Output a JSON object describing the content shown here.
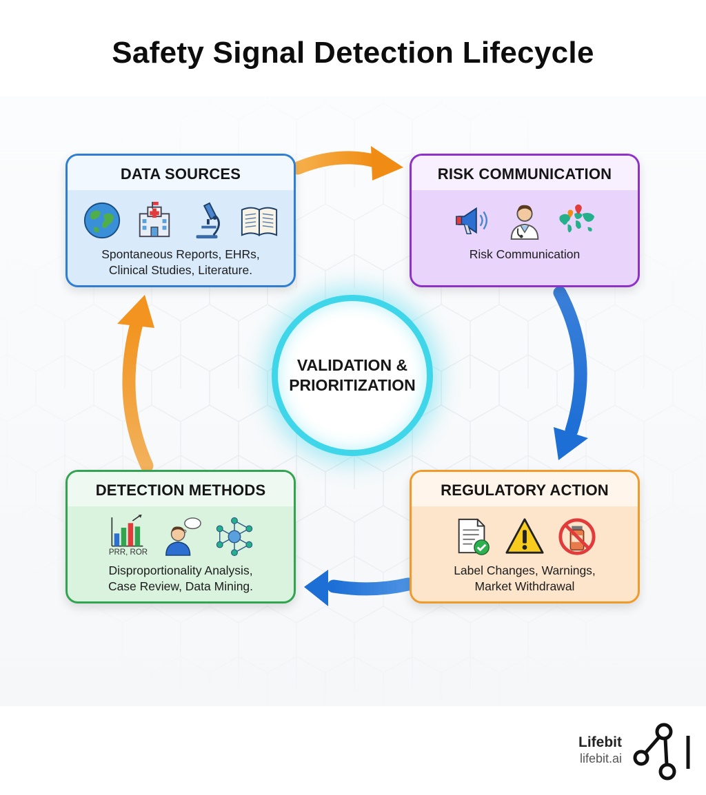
{
  "title": "Safety Signal Detection Lifecycle",
  "center": {
    "line1": "VALIDATION &",
    "line2": "PRIORITIZATION",
    "color": "#3fd6ea"
  },
  "nodes": [
    {
      "id": "data-sources",
      "heading": "DATA SOURCES",
      "text_lines": [
        "Spontaneous Reports, EHRs,",
        "Clinical Studies, Literature."
      ],
      "icons": [
        "globe-icon",
        "hospital-icon",
        "microscope-icon",
        "open-book-icon"
      ],
      "color": "#2f7ed2"
    },
    {
      "id": "risk-communication",
      "heading": "RISK COMMUNICATION",
      "text_lines": [
        "Risk Communication"
      ],
      "icons": [
        "megaphone-icon",
        "doctor-icon",
        "world-map-pins-icon"
      ],
      "color": "#8e31c9"
    },
    {
      "id": "regulatory-action",
      "heading": "REGULATORY ACTION",
      "text_lines": [
        "Label Changes, Warnings,",
        "Market Withdrawal"
      ],
      "icons": [
        "document-check-icon",
        "warning-triangle-icon",
        "no-medicine-icon"
      ],
      "color": "#ef9a2b"
    },
    {
      "id": "detection-methods",
      "heading": "DETECTION METHODS",
      "icon_caption": "PRR, ROR",
      "text_lines": [
        "Disproportionality Analysis,",
        "Case Review, Data Mining."
      ],
      "icons": [
        "bar-chart-icon",
        "person-thinking-icon",
        "network-icon"
      ],
      "color": "#32a451"
    }
  ],
  "edges": [
    {
      "from": "data-sources",
      "to": "risk-communication",
      "color": "#f29a26"
    },
    {
      "from": "risk-communication",
      "to": "regulatory-action",
      "color": "#2a78d6"
    },
    {
      "from": "regulatory-action",
      "to": "detection-methods",
      "color": "#2a78d6"
    },
    {
      "from": "detection-methods",
      "to": "data-sources",
      "color": "#f29a26"
    }
  ],
  "brand": {
    "name": "Lifebit",
    "url": "lifebit.ai"
  }
}
